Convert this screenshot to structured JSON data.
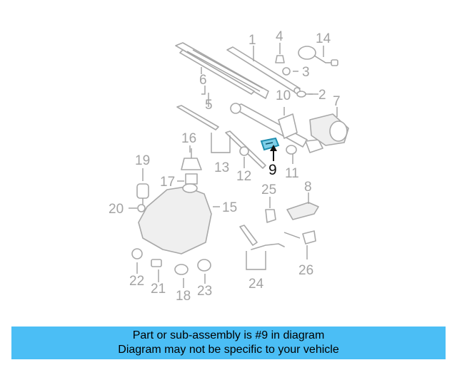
{
  "diagram": {
    "highlight_color": "#1f8fb0",
    "callouts": [
      {
        "id": "1",
        "label": "1"
      },
      {
        "id": "2",
        "label": "2"
      },
      {
        "id": "3",
        "label": "3"
      },
      {
        "id": "4",
        "label": "4"
      },
      {
        "id": "5",
        "label": "5"
      },
      {
        "id": "6",
        "label": "6"
      },
      {
        "id": "7",
        "label": "7"
      },
      {
        "id": "8",
        "label": "8"
      },
      {
        "id": "9",
        "label": "9"
      },
      {
        "id": "10",
        "label": "10"
      },
      {
        "id": "11",
        "label": "11"
      },
      {
        "id": "12",
        "label": "12"
      },
      {
        "id": "13",
        "label": "13"
      },
      {
        "id": "14",
        "label": "14"
      },
      {
        "id": "15",
        "label": "15"
      },
      {
        "id": "16",
        "label": "16"
      },
      {
        "id": "17",
        "label": "17"
      },
      {
        "id": "18",
        "label": "18"
      },
      {
        "id": "19",
        "label": "19"
      },
      {
        "id": "20",
        "label": "20"
      },
      {
        "id": "21",
        "label": "21"
      },
      {
        "id": "22",
        "label": "22"
      },
      {
        "id": "23",
        "label": "23"
      },
      {
        "id": "24",
        "label": "24"
      },
      {
        "id": "25",
        "label": "25"
      },
      {
        "id": "26",
        "label": "26"
      }
    ]
  },
  "banner": {
    "line1": "Part or sub-assembly is #9 in diagram",
    "line2": "Diagram may not be specific to your vehicle",
    "background": "#4bbef5"
  }
}
